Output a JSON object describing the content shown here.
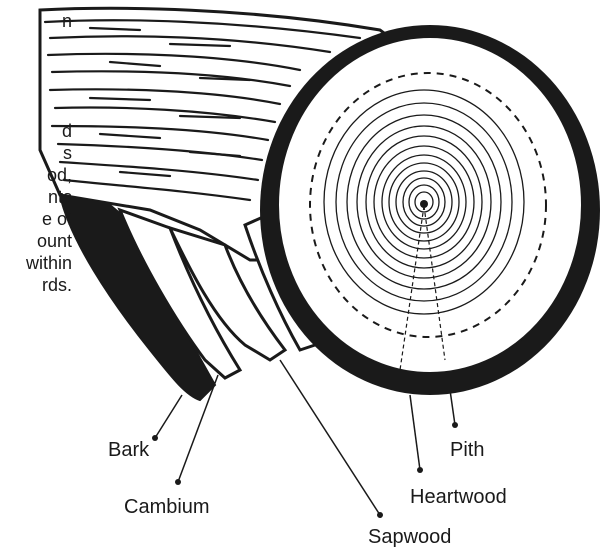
{
  "side_text": {
    "lines": [
      "n",
      "d",
      "s",
      "od,",
      "nts",
      "e of",
      "ount",
      "within",
      "rds."
    ]
  },
  "labels": {
    "bark": "Bark",
    "cambium": "Cambium",
    "sapwood": "Sapwood",
    "heartwood": "Heartwood",
    "pith": "Pith"
  },
  "colors": {
    "ink": "#1a1a1a",
    "background": "#ffffff"
  }
}
